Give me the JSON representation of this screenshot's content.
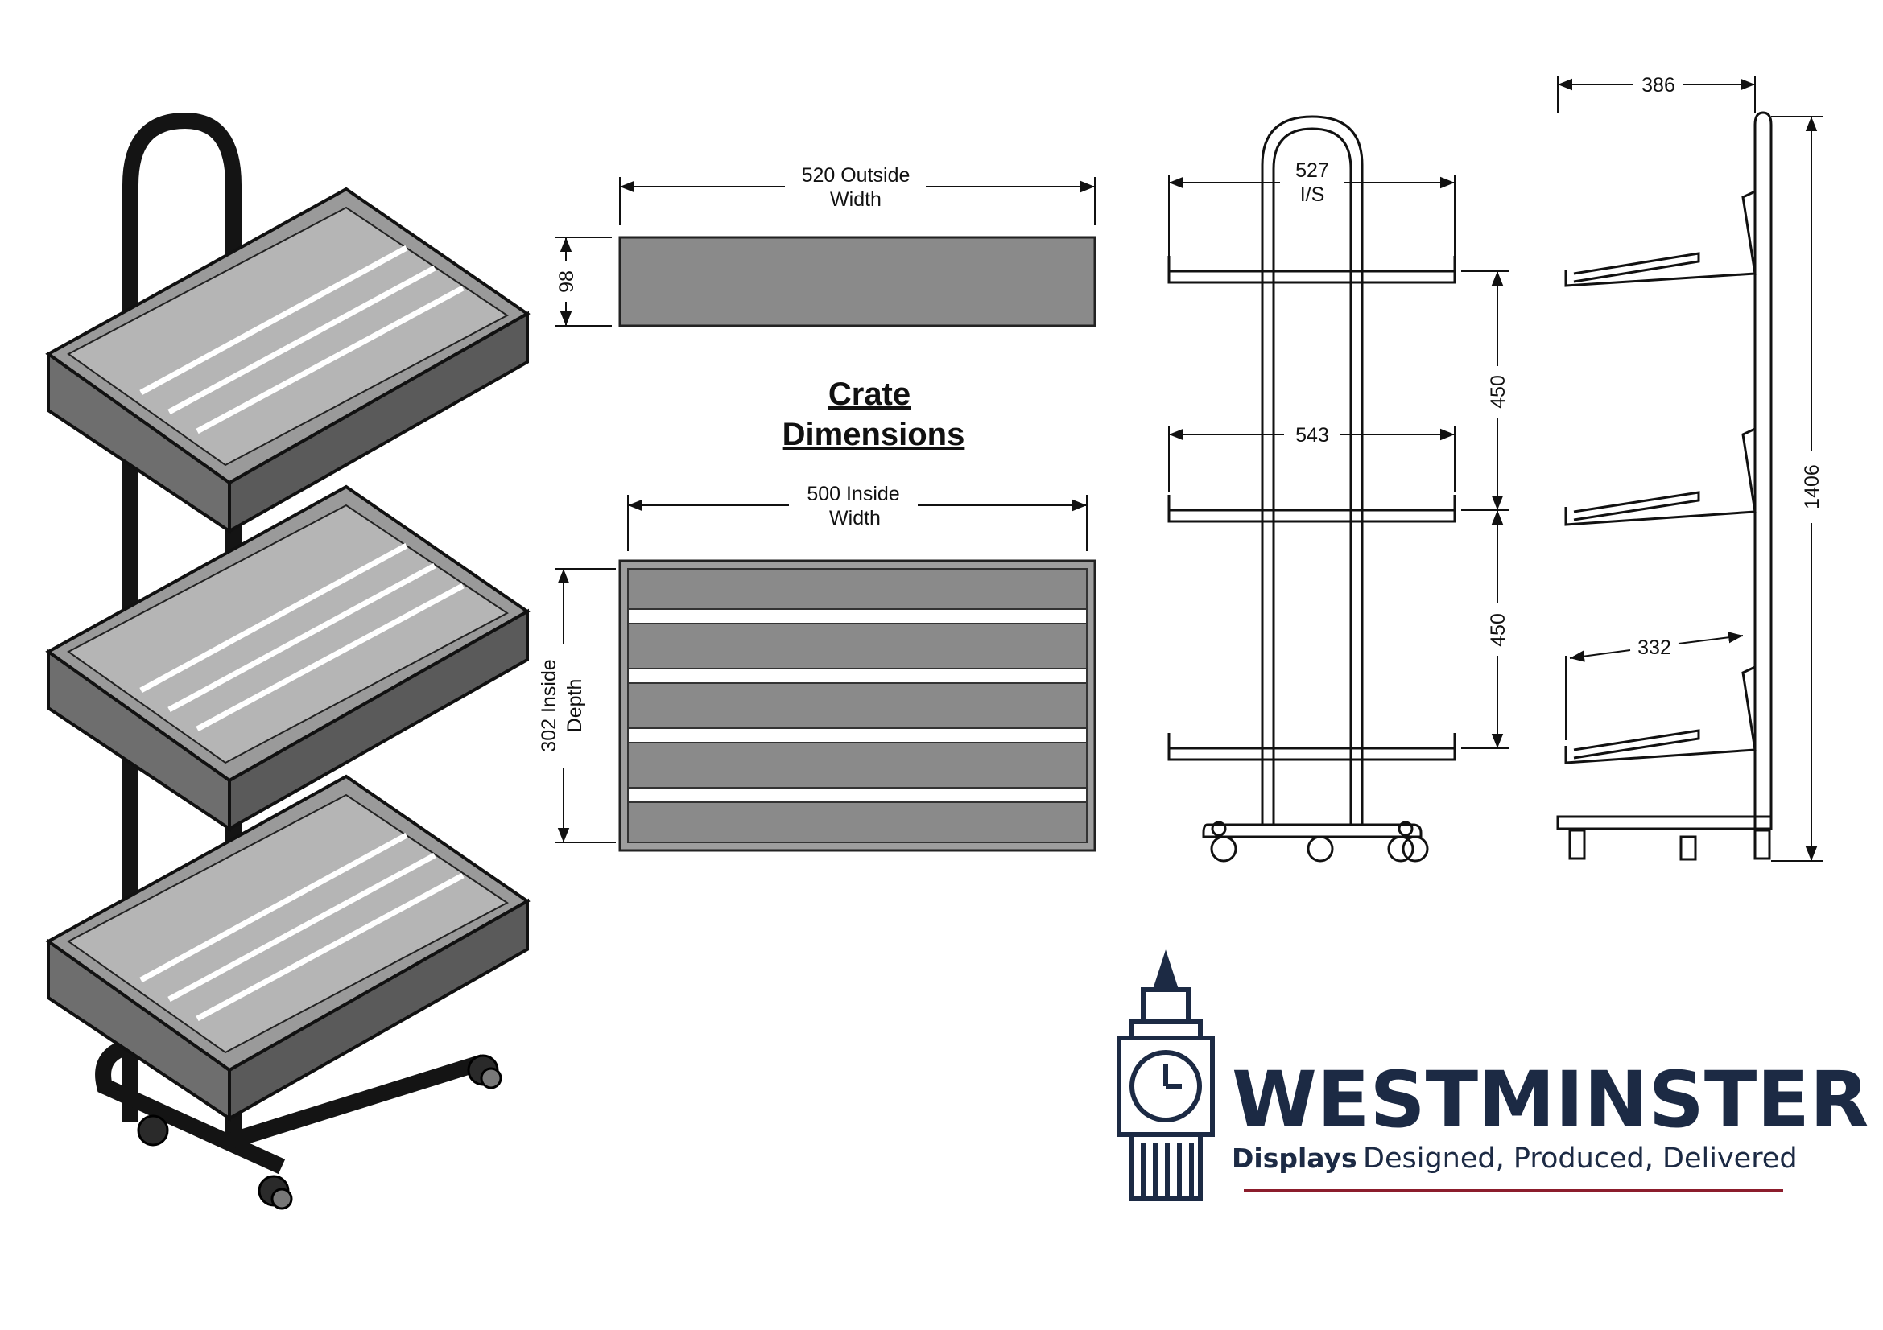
{
  "crate_dimensions": {
    "title_line1": "Crate",
    "title_line2": "Dimensions",
    "outside_width_line1": "520 Outside",
    "outside_width_line2": "Width",
    "height": "98",
    "inside_width_line1": "500 Inside",
    "inside_width_line2": "Width",
    "inside_depth_line1": "302 Inside",
    "inside_depth_line2": "Depth"
  },
  "front_view": {
    "is_width_line1": "527",
    "is_width_line2": "I/S",
    "shelf_width": "543",
    "spacing_upper": "450",
    "spacing_lower": "450"
  },
  "side_view": {
    "depth": "386",
    "height": "1406",
    "shelf_depth": "332"
  },
  "logo": {
    "name": "WESTMINSTER",
    "sub": "Displays",
    "tagline": "Designed, Produced, Delivered"
  },
  "colors": {
    "crate_gray": "#6e6e6e",
    "frame_black": "#141414",
    "brand_navy": "#1c2a44",
    "brand_red": "#8c1d2c"
  }
}
